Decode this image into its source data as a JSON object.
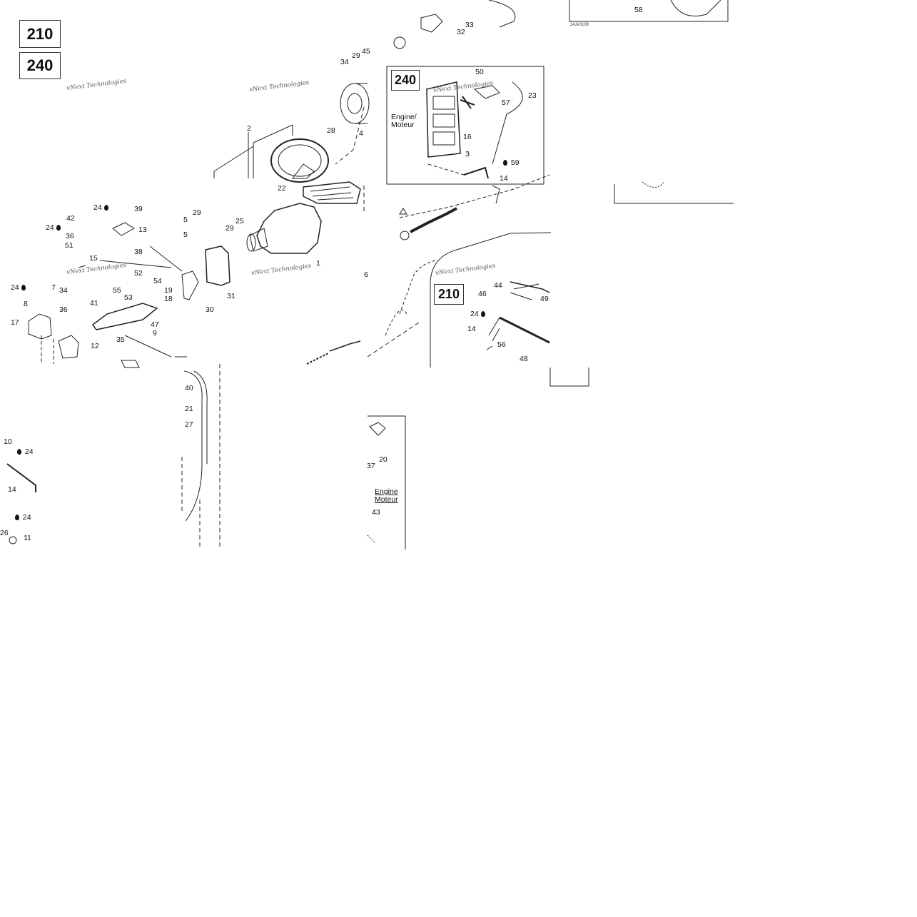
{
  "models": {
    "first": "210",
    "second": "240"
  },
  "inset_models": {
    "top": "240",
    "mid": "210"
  },
  "engine_label": {
    "line1": "Engine/",
    "line2": "Moteur"
  },
  "engine_label_2": {
    "line1": "Engine",
    "line2": "Moteur"
  },
  "watermark": "vNext Technologies",
  "ref_code": "24Jx0108",
  "callouts": {
    "c1": "1",
    "c2": "2",
    "c3": "3",
    "c4": "4",
    "c5a": "5",
    "c5b": "5",
    "c6": "6",
    "c7": "7",
    "c8": "8",
    "c9": "9",
    "c10": "10",
    "c11": "11",
    "c12": "12",
    "c13": "13",
    "c14a": "14",
    "c14b": "14",
    "c14c": "14",
    "c15": "15",
    "c16": "16",
    "c17": "17",
    "c18": "18",
    "c19": "19",
    "c20": "20",
    "c21": "21",
    "c22": "22",
    "c23": "23",
    "c24a": "24",
    "c24b": "24",
    "c24c": "24",
    "c24d": "24",
    "c24e": "24",
    "c24f": "24",
    "c25": "25",
    "c26": "26",
    "c27": "27",
    "c28": "28",
    "c29a": "29",
    "c29b": "29",
    "c29c": "29",
    "c30": "30",
    "c31": "31",
    "c32": "32",
    "c33": "33",
    "c34a": "34",
    "c34b": "34",
    "c35": "35",
    "c36a": "36",
    "c36b": "36",
    "c37": "37",
    "c38": "38",
    "c39": "39",
    "c40": "40",
    "c41": "41",
    "c42": "42",
    "c43": "43",
    "c44": "44",
    "c45": "45",
    "c46": "46",
    "c47": "47",
    "c48": "48",
    "c49": "49",
    "c50": "50",
    "c51": "51",
    "c52": "52",
    "c53": "53",
    "c54": "54",
    "c55": "55",
    "c56": "56",
    "c57": "57",
    "c58": "58",
    "c59": "59"
  }
}
